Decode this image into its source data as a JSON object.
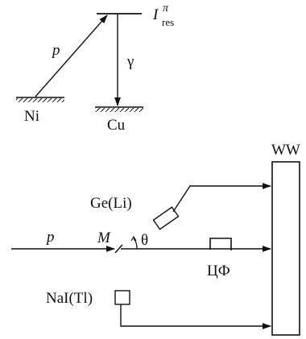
{
  "level_scheme": {
    "level_symbol": "I",
    "level_superscript": "π",
    "level_subscript": "res",
    "projectile_label": "p",
    "gamma_label": "γ",
    "target_nucleus": "Ni",
    "final_nucleus": "Cu"
  },
  "setup": {
    "beam_label": "p",
    "target_label": "M",
    "angle_label": "θ",
    "ge_detector_label": "Ge(Li)",
    "nai_detector_label": "NaI(Tl)",
    "faraday_cup_label": "ЦФ",
    "electronics_label": "WW"
  },
  "colors": {
    "ink": "#111111",
    "background": "#ffffff"
  }
}
